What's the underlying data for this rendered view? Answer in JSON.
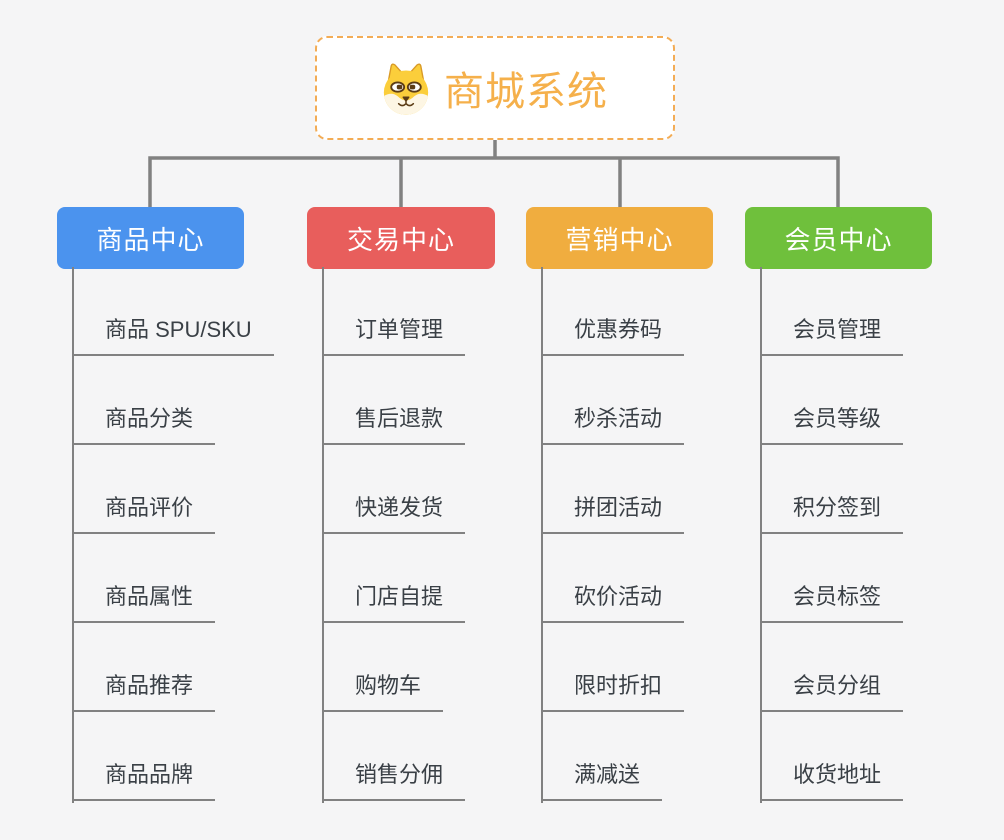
{
  "app": {
    "background_color": "#f5f5f6",
    "connector_color": "#818181",
    "leaf_text_color": "#3a4046"
  },
  "root": {
    "title": "商城系统",
    "icon": "shiba-dog-icon",
    "text_color": "#f5b04b",
    "border_color": "#f3ac55"
  },
  "branches": [
    {
      "label": "商品中心",
      "color": "#4b93ee",
      "children": [
        "商品 SPU/SKU",
        "商品分类",
        "商品评价",
        "商品属性",
        "商品推荐",
        "商品品牌"
      ]
    },
    {
      "label": "交易中心",
      "color": "#e85e5c",
      "children": [
        "订单管理",
        "售后退款",
        "快递发货",
        "门店自提",
        "购物车",
        "销售分佣"
      ]
    },
    {
      "label": "营销中心",
      "color": "#f0ad3f",
      "children": [
        "优惠券码",
        "秒杀活动",
        "拼团活动",
        "砍价活动",
        "限时折扣",
        "满减送"
      ]
    },
    {
      "label": "会员中心",
      "color": "#6fc03c",
      "children": [
        "会员管理",
        "会员等级",
        "积分签到",
        "会员标签",
        "会员分组",
        "收货地址"
      ]
    }
  ]
}
